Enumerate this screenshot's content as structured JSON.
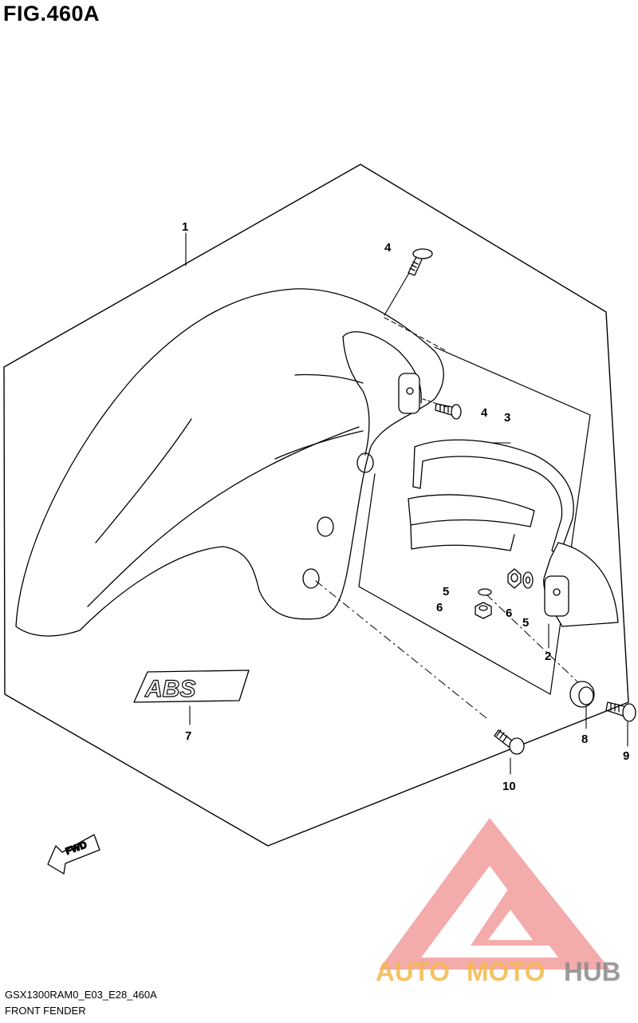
{
  "figure": {
    "title": "FIG.460A"
  },
  "callouts": {
    "c1": "1",
    "c2": "2",
    "c3": "3",
    "c4a": "4",
    "c4b": "4",
    "c5a": "5",
    "c5b": "5",
    "c6a": "6",
    "c6b": "6",
    "c7": "7",
    "c8": "8",
    "c9": "9",
    "c10": "10"
  },
  "direction_marker": {
    "label": "FWD",
    "icon": "arrow-left-down-icon"
  },
  "emblem": {
    "text": "ABS",
    "icon": "abs-emblem-icon"
  },
  "watermark": {
    "word_part1": "AUTO",
    "word_part2": "MOTO",
    "word_part3": "HUB",
    "color_main": "#e85a5a",
    "color_orange": "#f5a623",
    "color_hub": "#777777"
  },
  "footer": {
    "model_code": "GSX1300RAM0_E03_E28_460A",
    "caption": "FRONT FENDER"
  }
}
